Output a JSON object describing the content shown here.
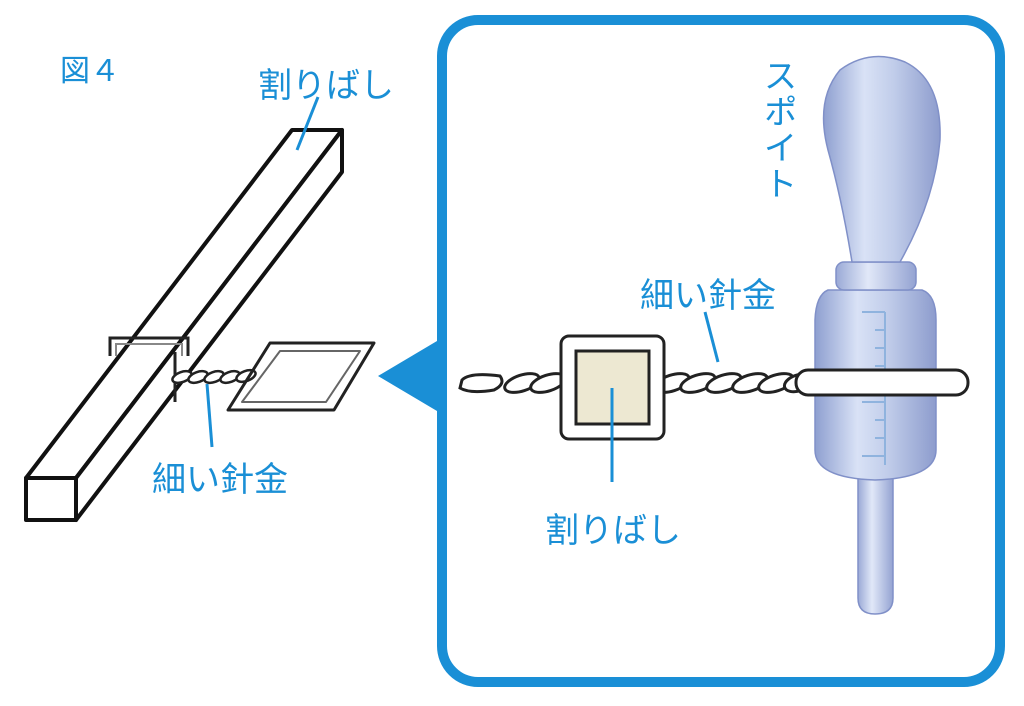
{
  "figure_label": "図４",
  "left": {
    "split_stick_label": "割りばし",
    "wire_label": "細い針金"
  },
  "inset": {
    "split_stick_label": "割りばし",
    "wire_label": "細い針金",
    "dropper_label": "スポイト"
  },
  "colors": {
    "accent": "#1a8fd6",
    "dropper": "#b9c6e6",
    "stick_section": "#ede8d2"
  }
}
